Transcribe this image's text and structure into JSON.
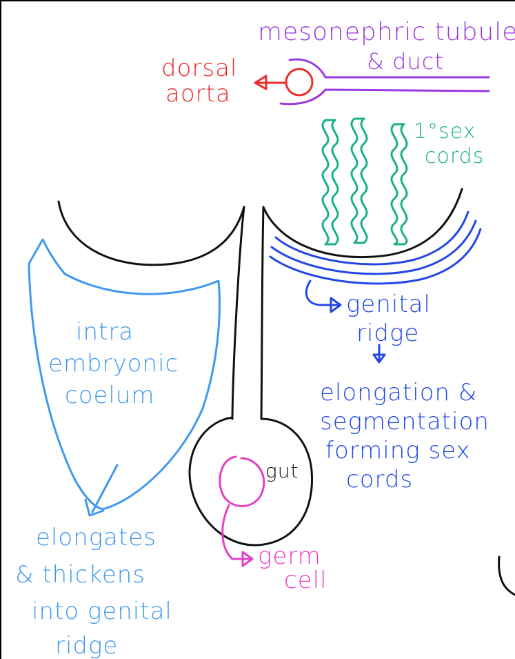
{
  "colors": {
    "black": "#111111",
    "purple": "#9b38e0",
    "red": "#ee2a2a",
    "teal": "#19b088",
    "light_blue": "#3f98ee",
    "blue": "#2347e6",
    "pink": "#e63fc6"
  },
  "labels": {
    "mesonephric_line1": "mesonephric tubule",
    "mesonephric_line2": "& duct",
    "dorsal": "dorsal",
    "aorta": "aorta",
    "sex_cords_line1": "1°sex",
    "sex_cords_line2": "cords",
    "genital": "genital",
    "ridge": "ridge",
    "elongation_line1": "elongation &",
    "elongation_line2": "segmentation",
    "elongation_line3": "forming sex",
    "elongation_line4": "cords",
    "coelom_line1": "intra",
    "coelom_line2": "embryonic",
    "coelom_line3": "coelum",
    "gut": "gut",
    "germ": "germ",
    "cell": "cell",
    "elongates_line1": "elongates",
    "elongates_line2": "& thickens",
    "elongates_line3": "into genital",
    "elongates_line4": "ridge"
  }
}
